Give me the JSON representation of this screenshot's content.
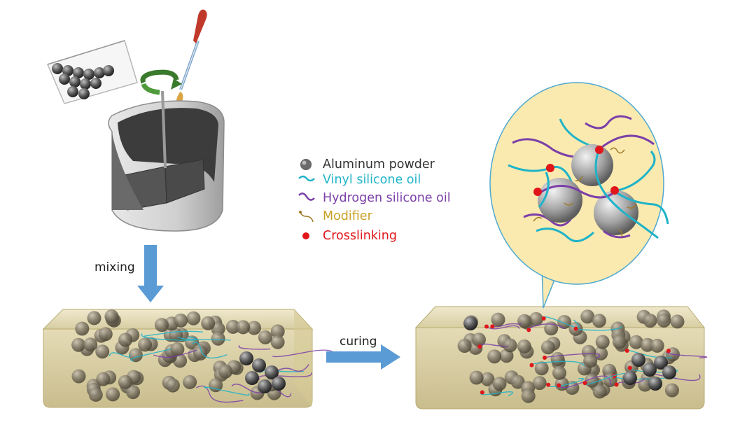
{
  "labels": {
    "mixing": "mixing",
    "curing": "curing"
  },
  "legend": {
    "aluminum_powder": "Aluminum powder",
    "vinyl_silicone_oil": "Vinyl silicone oil",
    "hydrogen_silicone_oil": "Hydrogen silicone oil",
    "modifier": "Modifier",
    "crosslinking": "Crosslinking"
  },
  "colors": {
    "vinyl": "#1fb3c8",
    "hydrogen": "#7b3fa8",
    "modifier": "#a07a28",
    "crosslink": "#e0161b",
    "arrow": "#5b9bd5",
    "bubble": "#faeab0",
    "slab": "#d9cfa6",
    "particle": "#7d7565",
    "stir_arrow": "#3a7a2c",
    "dropper_tip": "#c0392b"
  }
}
